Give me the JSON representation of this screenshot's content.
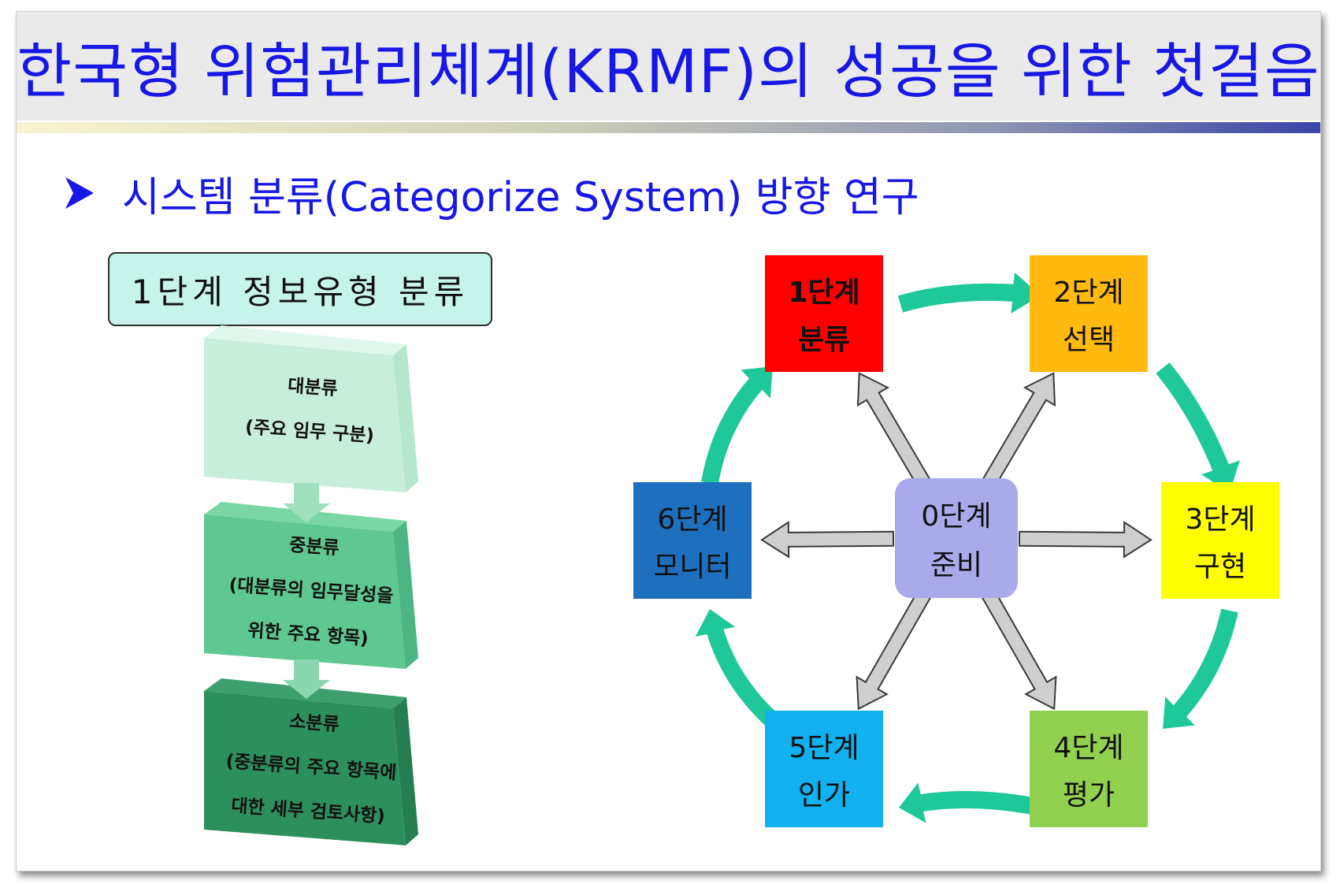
{
  "header": {
    "title": "한국형 위험관리체계(KRMF)의 성공을 위한 첫걸음"
  },
  "subtitle": {
    "bullet_icon": "arrow-bullet-icon",
    "text": "시스템 분류(Categorize System) 방향 연구"
  },
  "left": {
    "stage_box": "1단계 정보유형 분류",
    "hierarchy": [
      {
        "name": "대분류",
        "desc_lines": [
          "(주요 임무 구분)"
        ],
        "color": "#c7eedb"
      },
      {
        "name": "중분류",
        "desc_lines": [
          "(대분류의 임무달성을",
          "위한 주요 항목)"
        ],
        "color": "#5fc892"
      },
      {
        "name": "소분류",
        "desc_lines": [
          "(중분류의 주요 항목에",
          "대한 세부 검토사항)"
        ],
        "color": "#2e8f5e"
      }
    ]
  },
  "cycle": {
    "hub": {
      "label": "0단계",
      "sub": "준비",
      "color": "#aaaaea"
    },
    "stages": [
      {
        "label": "1단계",
        "sub": "분류",
        "color": "#ff0000",
        "bold": true
      },
      {
        "label": "2단계",
        "sub": "선택",
        "color": "#ffb90f"
      },
      {
        "label": "3단계",
        "sub": "구현",
        "color": "#ffff00"
      },
      {
        "label": "4단계",
        "sub": "평가",
        "color": "#92d050"
      },
      {
        "label": "5단계",
        "sub": "인가",
        "color": "#11b0ee"
      },
      {
        "label": "6단계",
        "sub": "모니터",
        "color": "#1f6fbf"
      }
    ]
  },
  "colors": {
    "title": "#1717e6",
    "cycle_arrow": "#1fc898",
    "link_arrow": "#15aae8",
    "spoke_fill": "#cfcfcf"
  }
}
